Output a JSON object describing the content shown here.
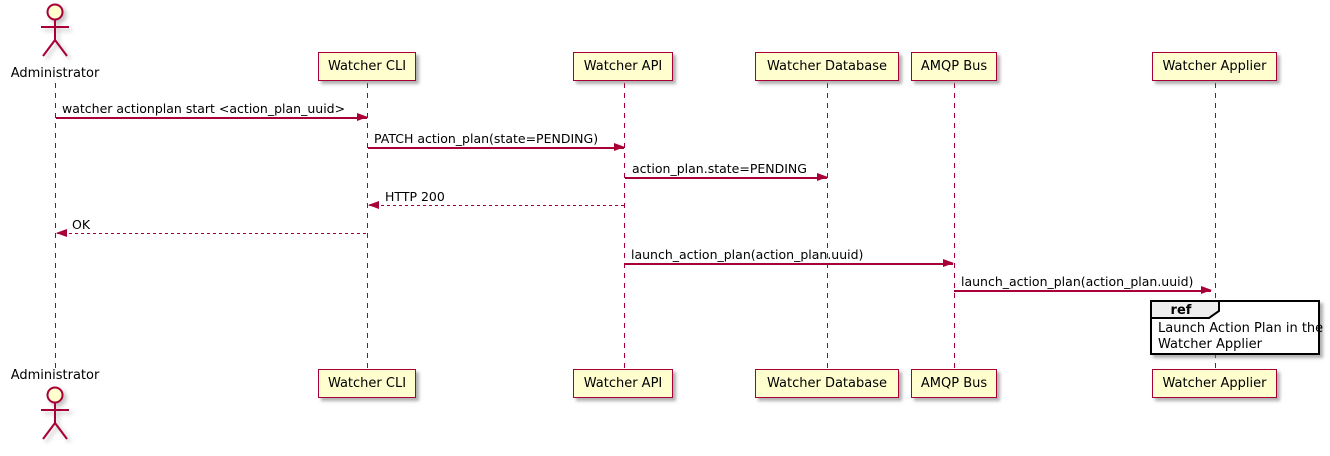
{
  "diagram_type": "sequence-diagram",
  "actor": {
    "label": "Administrator"
  },
  "participants": [
    {
      "label": "Watcher CLI"
    },
    {
      "label": "Watcher API"
    },
    {
      "label": "Watcher Database"
    },
    {
      "label": "AMQP Bus"
    },
    {
      "label": "Watcher Applier"
    }
  ],
  "messages": [
    {
      "label": "watcher actionplan start <action_plan_uuid>",
      "from": "Administrator",
      "to": "Watcher CLI",
      "line": "solid",
      "direction": "right"
    },
    {
      "label": "PATCH action_plan(state=PENDING)",
      "from": "Watcher CLI",
      "to": "Watcher API",
      "line": "solid",
      "direction": "right"
    },
    {
      "label": "action_plan.state=PENDING",
      "from": "Watcher API",
      "to": "Watcher Database",
      "line": "solid",
      "direction": "right"
    },
    {
      "label": "HTTP 200",
      "from": "Watcher API",
      "to": "Watcher CLI",
      "line": "dashed",
      "direction": "left"
    },
    {
      "label": "OK",
      "from": "Watcher CLI",
      "to": "Administrator",
      "line": "dashed",
      "direction": "left"
    },
    {
      "label": "launch_action_plan(action_plan.uuid)",
      "from": "Watcher API",
      "to": "AMQP Bus",
      "line": "solid",
      "direction": "right"
    },
    {
      "label": "launch_action_plan(action_plan.uuid)",
      "from": "AMQP Bus",
      "to": "Watcher Applier",
      "line": "solid",
      "direction": "right"
    }
  ],
  "ref_fragment": {
    "keyword": "ref",
    "lines": [
      "Launch Action Plan in the",
      "Watcher Applier"
    ]
  },
  "colors": {
    "stroke": "#A80036",
    "participant_fill": "#FEFECE",
    "ref_tab_fill": "#EEEEEE",
    "ref_border": "#000000",
    "background": "#FFFFFF"
  }
}
